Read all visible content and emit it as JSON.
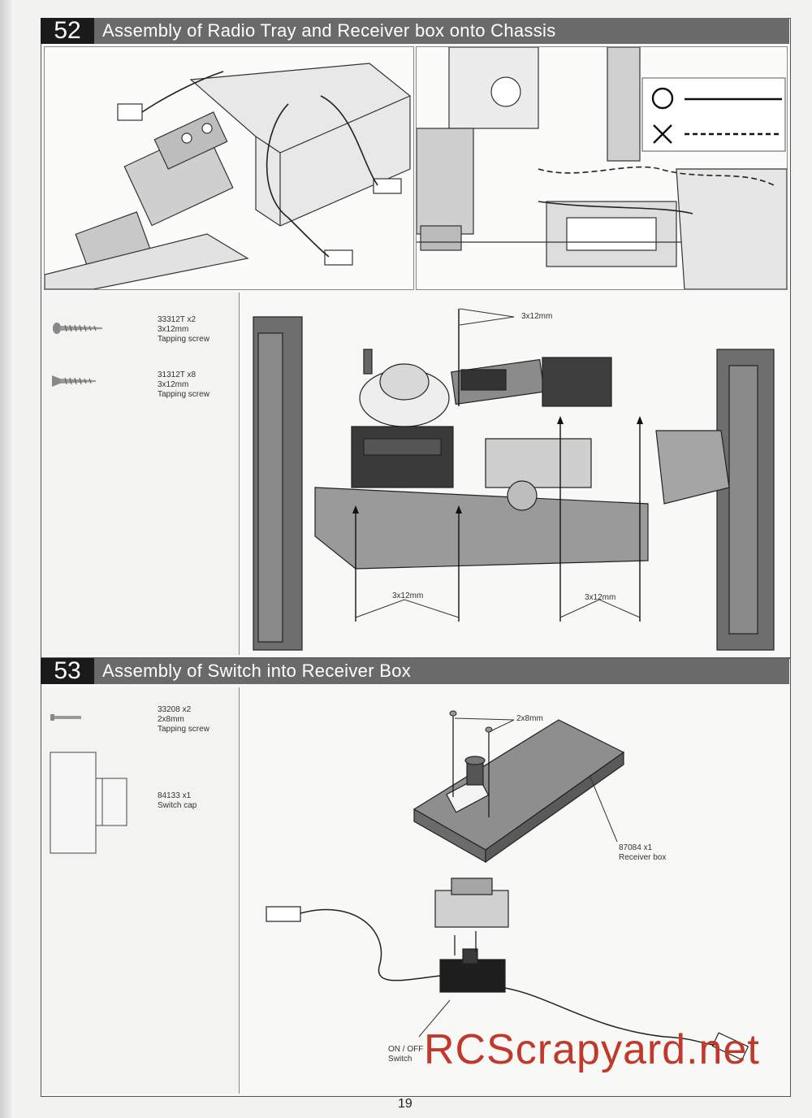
{
  "steps": [
    {
      "number": "52",
      "title": "Assembly of Radio Tray and Receiver box onto Chassis"
    },
    {
      "number": "53",
      "title": "Assembly of Switch into Receiver Box"
    }
  ],
  "step52_parts": [
    {
      "code": "33312T  x2",
      "size": "3x12mm",
      "name": "Tapping screw"
    },
    {
      "code": "31312T  x8",
      "size": "3x12mm",
      "name": "Tapping screw"
    }
  ],
  "step52_callouts": {
    "top": "3x12mm",
    "bottom_left": "3x12mm",
    "bottom_right": "3x12mm"
  },
  "step53_parts": [
    {
      "code": "33208  x2",
      "size": "2x8mm",
      "name": "Tapping screw"
    },
    {
      "code": "84133  x1",
      "name": "Switch cap"
    }
  ],
  "step53_callouts": {
    "screws": "2x8mm",
    "receiver_box_code": "87084  x1",
    "receiver_box_name": "Receiver box",
    "switch_line1": "ON / OFF",
    "switch_line2": "Switch"
  },
  "page_number": "19",
  "watermark": "RCScrapyard.net",
  "icons": [
    "check-circle-icon",
    "cross-icon"
  ]
}
